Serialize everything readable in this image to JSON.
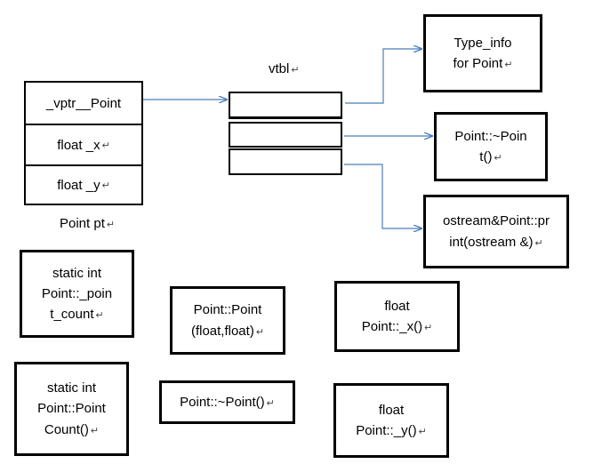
{
  "diagram": {
    "object": {
      "fields": [
        "_vptr__Point",
        "float _x",
        "float _y"
      ],
      "caption": "Point pt"
    },
    "vtbl": {
      "title": "vtbl",
      "slots": 3
    },
    "targets": {
      "type_info": [
        "Type_info",
        "for Point"
      ],
      "destructor_virtual": [
        "Point::~Poin",
        "t()"
      ],
      "print": [
        "ostream&Point::pr",
        "int(ostream &)"
      ]
    },
    "members": {
      "static_count": [
        "static int",
        "Point::_poin",
        "t_count"
      ],
      "static_count_fn": [
        "static int",
        "Point::Point",
        "Count()"
      ],
      "constructor": [
        "Point::Point",
        "(float,float)"
      ],
      "destructor": [
        "Point::~Point()"
      ],
      "getter_x": [
        "float",
        "Point::_x()"
      ],
      "getter_y": [
        "float",
        "Point::_y()"
      ]
    },
    "colors": {
      "arrow": "#4a7ebb",
      "border": "#000000"
    }
  }
}
